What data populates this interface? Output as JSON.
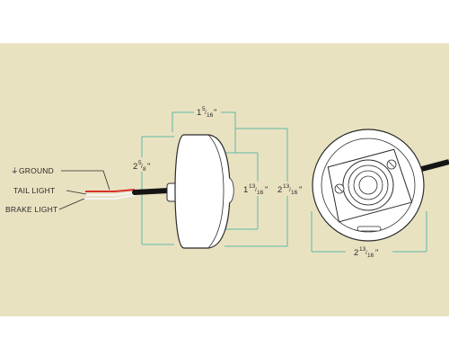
{
  "diagram": {
    "colors": {
      "background": "#e9e2c1",
      "dimension_line": "#5fb8a8",
      "housing": "#ffffff",
      "outline": "#2b2b2b",
      "cable": "#151515",
      "wire_red": "#d8322a",
      "wire_white": "#f4f4f4",
      "frame_bar": "#ffffff"
    },
    "wire_labels": {
      "ground_symbol": "⏚",
      "ground": "GROUND",
      "tail": "TAIL LIGHT",
      "brake": "BRAKE LIGHT"
    },
    "dimensions": {
      "depth": {
        "whole": "1",
        "num": "5",
        "den": "16",
        "unit": "\""
      },
      "height_outer": {
        "whole": "2",
        "num": "5",
        "den": "8",
        "unit": "\""
      },
      "height_mid": {
        "whole": "1",
        "num": "13",
        "den": "16",
        "unit": "\""
      },
      "height_right": {
        "whole": "2",
        "num": "13",
        "den": "16",
        "unit": "\""
      },
      "diameter": {
        "whole": "2",
        "num": "13",
        "den": "16",
        "unit": "\""
      }
    }
  }
}
